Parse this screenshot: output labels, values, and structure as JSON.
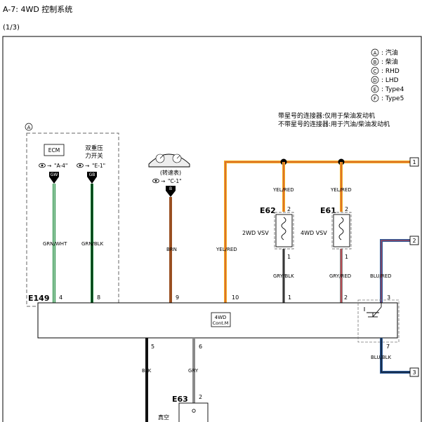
{
  "header": {
    "title": "A-7: 4WD 控制系统",
    "page_index": "(1/3)"
  },
  "legend": [
    {
      "letter": "A",
      "text": ": 汽油"
    },
    {
      "letter": "B",
      "text": ": 柴油"
    },
    {
      "letter": "C",
      "text": ": RHD"
    },
    {
      "letter": "D",
      "text": ": LHD"
    },
    {
      "letter": "E",
      "text": ": Type4"
    },
    {
      "letter": "F",
      "text": ": Type5"
    }
  ],
  "notes": [
    "带星号的连接器:仅用于柴油发动机",
    "不带星号的连接器:用于汽油/柴油发动机"
  ],
  "group_a": {
    "letter": "A",
    "ecm_label": "ECM",
    "switch_label_1": "双重压",
    "switch_label_2": "力开关",
    "ref_ecm": "\"A-4\"",
    "ref_switch": "\"E-1\"",
    "tag_gw": "GW",
    "tag_gb": "GB",
    "wire_grn_wht": "GRN/WHT",
    "wire_grn_blk": "GRN/BLK"
  },
  "meter": {
    "label": "(转速表)",
    "ref": "\"C-1\"",
    "tag": "B",
    "wire": "BRN"
  },
  "wires": {
    "yel_red_main": "YEL/RED",
    "yel_red_e62": "YEL/RED",
    "yel_red_e61": "YEL/RED",
    "gry_blk": "GRY/BLK",
    "gry_red": "GRY/RED",
    "blu_red": "BLU/RED",
    "blu_blk": "BLU/BLK",
    "blk": "BLK",
    "gry": "GRY"
  },
  "connectors": {
    "e149": "E149",
    "e62": "E62",
    "e61": "E61",
    "e63": "E63"
  },
  "components": {
    "vsv_2wd": "2WD VSV",
    "vsv_4wd": "4WD VSV",
    "module_line1": "4WD",
    "module_line2": "Cont.M",
    "e63_label": "真空"
  },
  "pins": {
    "e149_4": "4",
    "e149_8": "8",
    "e149_9": "9",
    "e149_10": "10",
    "e149_1": "1",
    "e149_2": "2",
    "e149_3": "3",
    "e149_5": "5",
    "e149_6": "6",
    "e149_7": "7",
    "e62_top": "2",
    "e62_bot": "1",
    "e61_top": "2",
    "e61_bot": "1",
    "e63_top": "2"
  },
  "offpage": {
    "ref1": "1",
    "ref2": "2",
    "ref3": "3"
  },
  "colors": {
    "yel_red": "#f2b01e",
    "grn": "#1a8a3a",
    "brn": "#9a5022",
    "blu": "#2f5d9a",
    "gry": "#8a8a8a",
    "red": "#c8323c",
    "blk": "#111111"
  }
}
